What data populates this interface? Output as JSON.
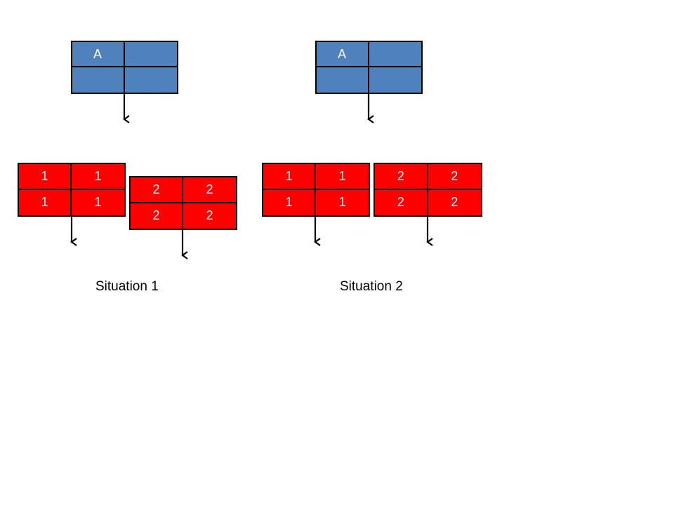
{
  "colors": {
    "root_fill": "#4f81bd",
    "child_fill": "#ff0000",
    "stroke": "#000000",
    "text": "#ffffff"
  },
  "situations": [
    {
      "root": {
        "cells": [
          "A",
          "",
          "",
          ""
        ]
      },
      "child1": {
        "cells": [
          "1",
          "1",
          "1",
          "1"
        ]
      },
      "child2": {
        "cells": [
          "2",
          "2",
          "2",
          "2"
        ]
      },
      "caption": "Situation 1"
    },
    {
      "root": {
        "cells": [
          "A",
          "",
          "",
          ""
        ]
      },
      "child1": {
        "cells": [
          "1",
          "1",
          "1",
          "1"
        ]
      },
      "child2": {
        "cells": [
          "2",
          "2",
          "2",
          "2"
        ]
      },
      "caption": "Situation 2"
    }
  ]
}
